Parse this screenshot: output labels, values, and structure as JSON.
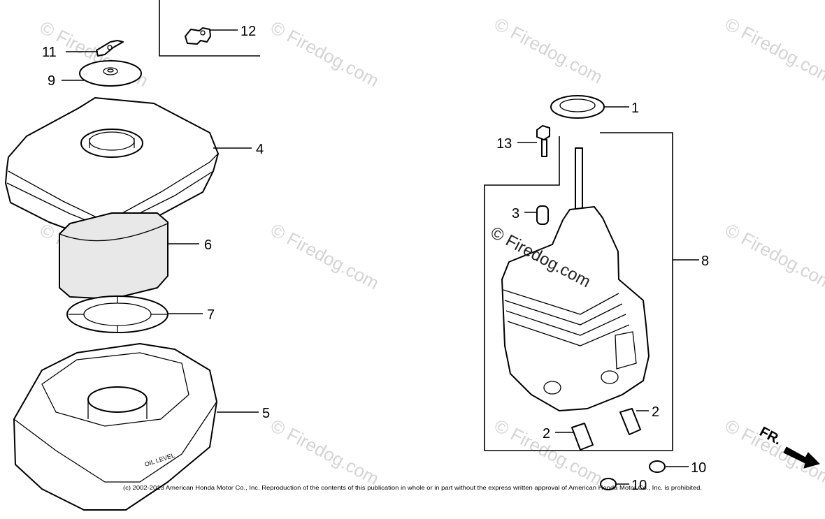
{
  "watermark": "Firedog.com",
  "watermark_symbol": "©",
  "center_watermark": "© Firedog.com",
  "copyright": "(c) 2002-2013 American Honda Motor Co., Inc. Reproduction of the contents of this publication in whole or in part without the express written approval of American Honda Motor Co., Inc. is prohibited.",
  "direction_label": "FR.",
  "case_marking": "OIL LEVEL",
  "callouts": [
    "11",
    "12",
    "9",
    "4",
    "6",
    "7",
    "5",
    "1",
    "13",
    "3",
    "8",
    "2",
    "2",
    "10",
    "10"
  ]
}
